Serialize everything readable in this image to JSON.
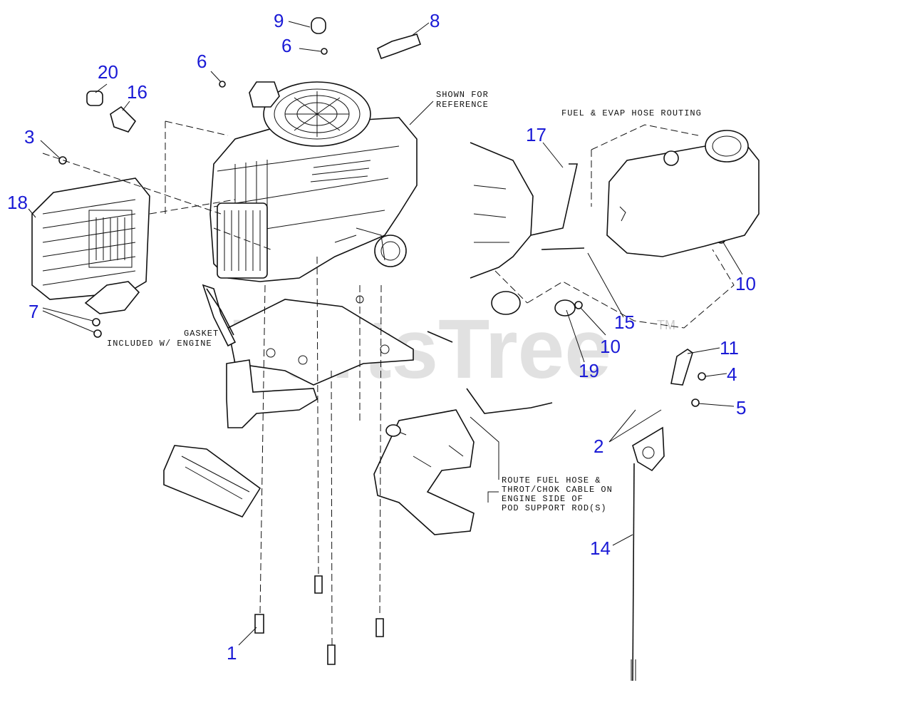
{
  "watermark": {
    "text": "PartsTree",
    "trademark": "TM"
  },
  "notes": {
    "shown_for_reference": [
      "SHOWN FOR",
      "REFERENCE"
    ],
    "fuel_evap": "FUEL & EVAP HOSE ROUTING",
    "gasket": [
      "GASKET",
      "INCLUDED W/ ENGINE"
    ],
    "route_fuel": [
      "ROUTE FUEL HOSE &",
      "THROT/CHOK CABLE ON",
      "ENGINE SIDE OF",
      "POD SUPPORT ROD(S)"
    ]
  },
  "callouts": [
    "9",
    "8",
    "6",
    "6",
    "20",
    "16",
    "3",
    "18",
    "7",
    "17",
    "10",
    "15",
    "10",
    "19",
    "11",
    "4",
    "5",
    "2",
    "14",
    "1"
  ]
}
